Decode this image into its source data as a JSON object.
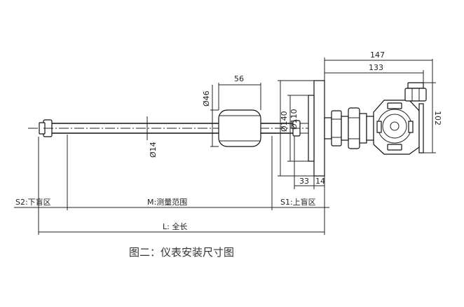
{
  "dimensions": {
    "d147": "147",
    "d133": "133",
    "d102": "102",
    "d56": "56",
    "d46": "Ø46",
    "d140": "Ø140",
    "d110": "Ø110",
    "d14dia": "Ø14",
    "d33": "33",
    "d14": "14"
  },
  "labels": {
    "s2": "S2:下盲区",
    "m": "M:测量范围",
    "s1": "S1:上盲区",
    "l": "L: 全长"
  },
  "caption": "图二：仪表安装尺寸图"
}
